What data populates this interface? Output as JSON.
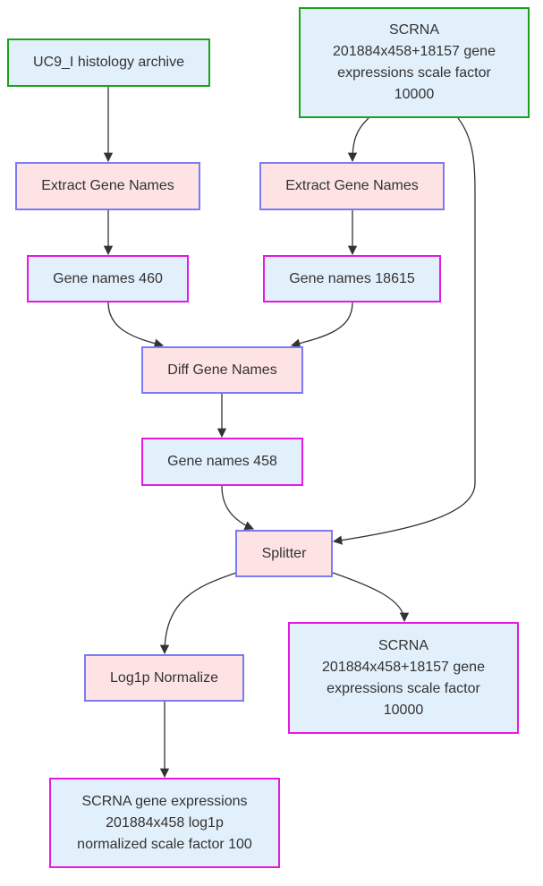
{
  "nodes": {
    "archive": {
      "lines": [
        "UC9_I histology archive"
      ],
      "kind": "source"
    },
    "scrna_input": {
      "lines": [
        "SCRNA",
        "201884x458+18157 gene",
        "expressions scale factor",
        "10000"
      ],
      "kind": "source"
    },
    "extract_left": {
      "lines": [
        "Extract Gene Names"
      ],
      "kind": "process"
    },
    "extract_right": {
      "lines": [
        "Extract Gene Names"
      ],
      "kind": "process"
    },
    "genes_460": {
      "lines": [
        "Gene names 460"
      ],
      "kind": "data"
    },
    "genes_18615": {
      "lines": [
        "Gene names 18615"
      ],
      "kind": "data"
    },
    "diff": {
      "lines": [
        "Diff Gene Names"
      ],
      "kind": "process"
    },
    "genes_458": {
      "lines": [
        "Gene names 458"
      ],
      "kind": "data"
    },
    "splitter": {
      "lines": [
        "Splitter"
      ],
      "kind": "process"
    },
    "log1p": {
      "lines": [
        "Log1p Normalize"
      ],
      "kind": "process"
    },
    "scrna_split_out": {
      "lines": [
        "SCRNA",
        "201884x458+18157 gene",
        "expressions scale factor",
        "10000"
      ],
      "kind": "data"
    },
    "scrna_normalized": {
      "lines": [
        "SCRNA gene expressions",
        "201884x458 log1p",
        "normalized scale factor 100"
      ],
      "kind": "data"
    }
  },
  "edges": [
    {
      "from": "archive",
      "to": "extract_left"
    },
    {
      "from": "scrna_input",
      "to": "extract_right"
    },
    {
      "from": "scrna_input",
      "to": "splitter"
    },
    {
      "from": "extract_left",
      "to": "genes_460"
    },
    {
      "from": "extract_right",
      "to": "genes_18615"
    },
    {
      "from": "genes_460",
      "to": "diff"
    },
    {
      "from": "genes_18615",
      "to": "diff"
    },
    {
      "from": "diff",
      "to": "genes_458"
    },
    {
      "from": "genes_458",
      "to": "splitter"
    },
    {
      "from": "splitter",
      "to": "log1p"
    },
    {
      "from": "splitter",
      "to": "scrna_split_out"
    },
    {
      "from": "log1p",
      "to": "scrna_normalized"
    }
  ],
  "colors": {
    "source_fill": "#e2f0fb",
    "source_border": "#1aa31a",
    "process_fill": "#fde3e3",
    "process_border": "#7b7bf2",
    "data_fill": "#e2f0fb",
    "data_border": "#e41ae4",
    "edge": "#333333",
    "text": "#333333"
  }
}
